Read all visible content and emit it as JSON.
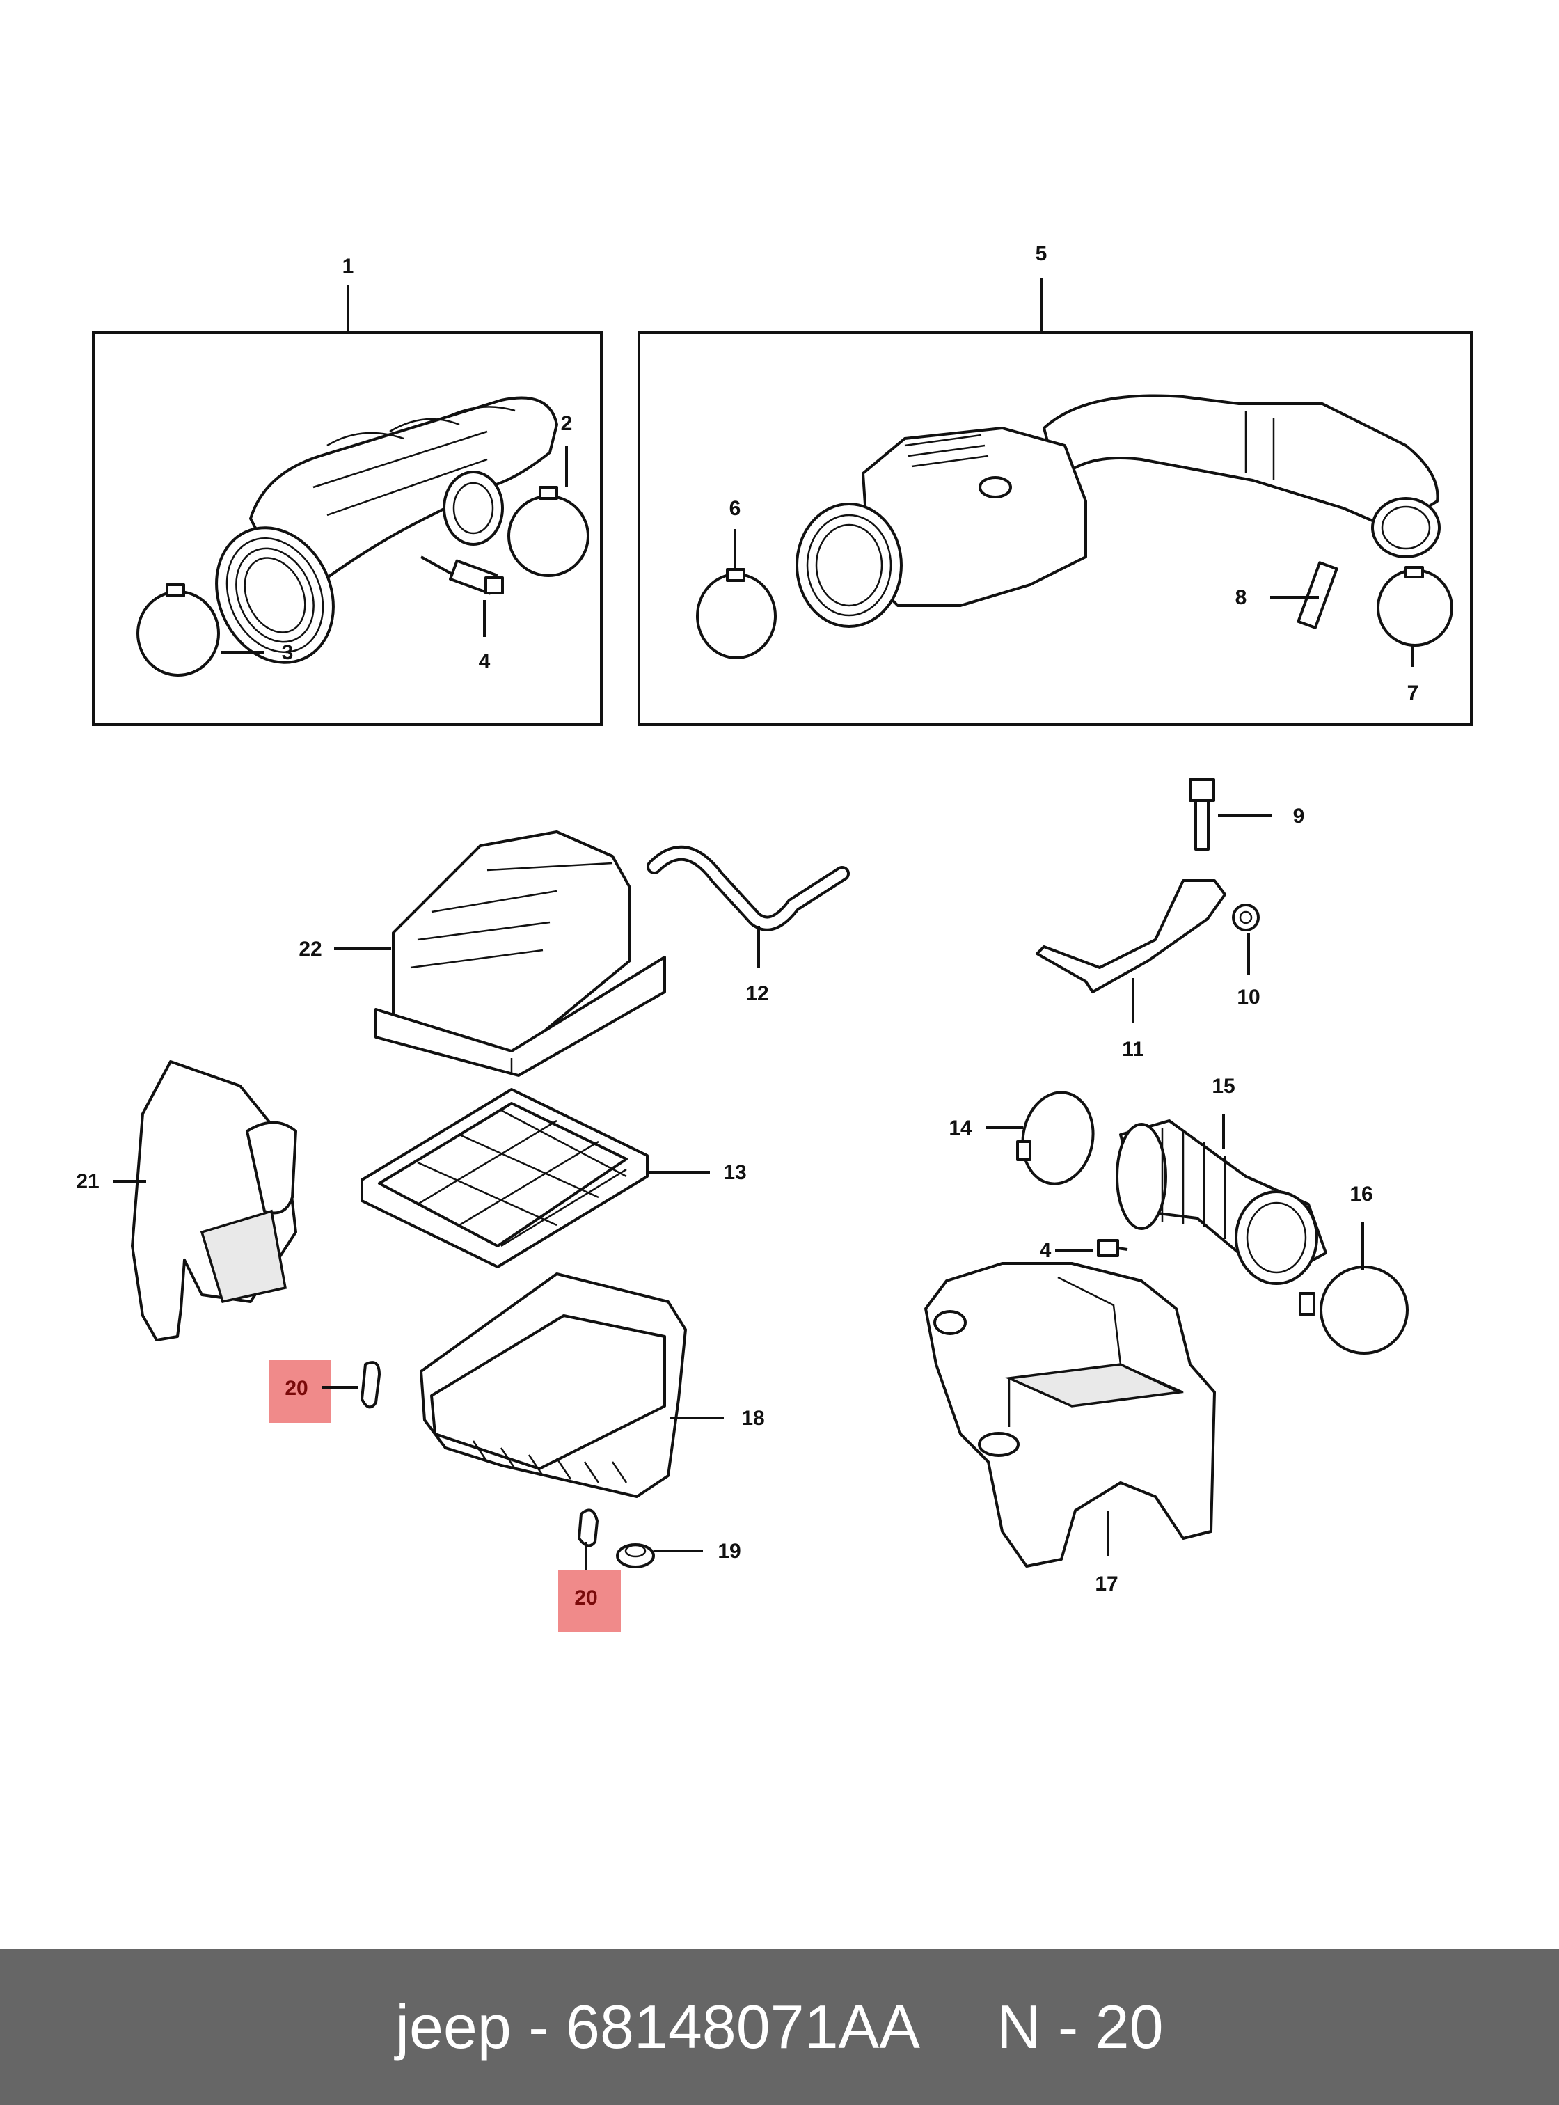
{
  "callouts": {
    "c1": "1",
    "c2": "2",
    "c3": "3",
    "c4a": "4",
    "c4b": "4",
    "c5": "5",
    "c6": "6",
    "c7": "7",
    "c8": "8",
    "c9": "9",
    "c10": "10",
    "c11": "11",
    "c12": "12",
    "c13": "13",
    "c14": "14",
    "c15": "15",
    "c16": "16",
    "c17": "17",
    "c18": "18",
    "c19": "19",
    "c20a": "20",
    "c20b": "20",
    "c21": "21",
    "c22": "22"
  },
  "highlight": {
    "color": "#f08a8a",
    "part_number": "20"
  },
  "footer": {
    "brand_part": "jeep - 68148071AA",
    "ref": "N - 20"
  }
}
